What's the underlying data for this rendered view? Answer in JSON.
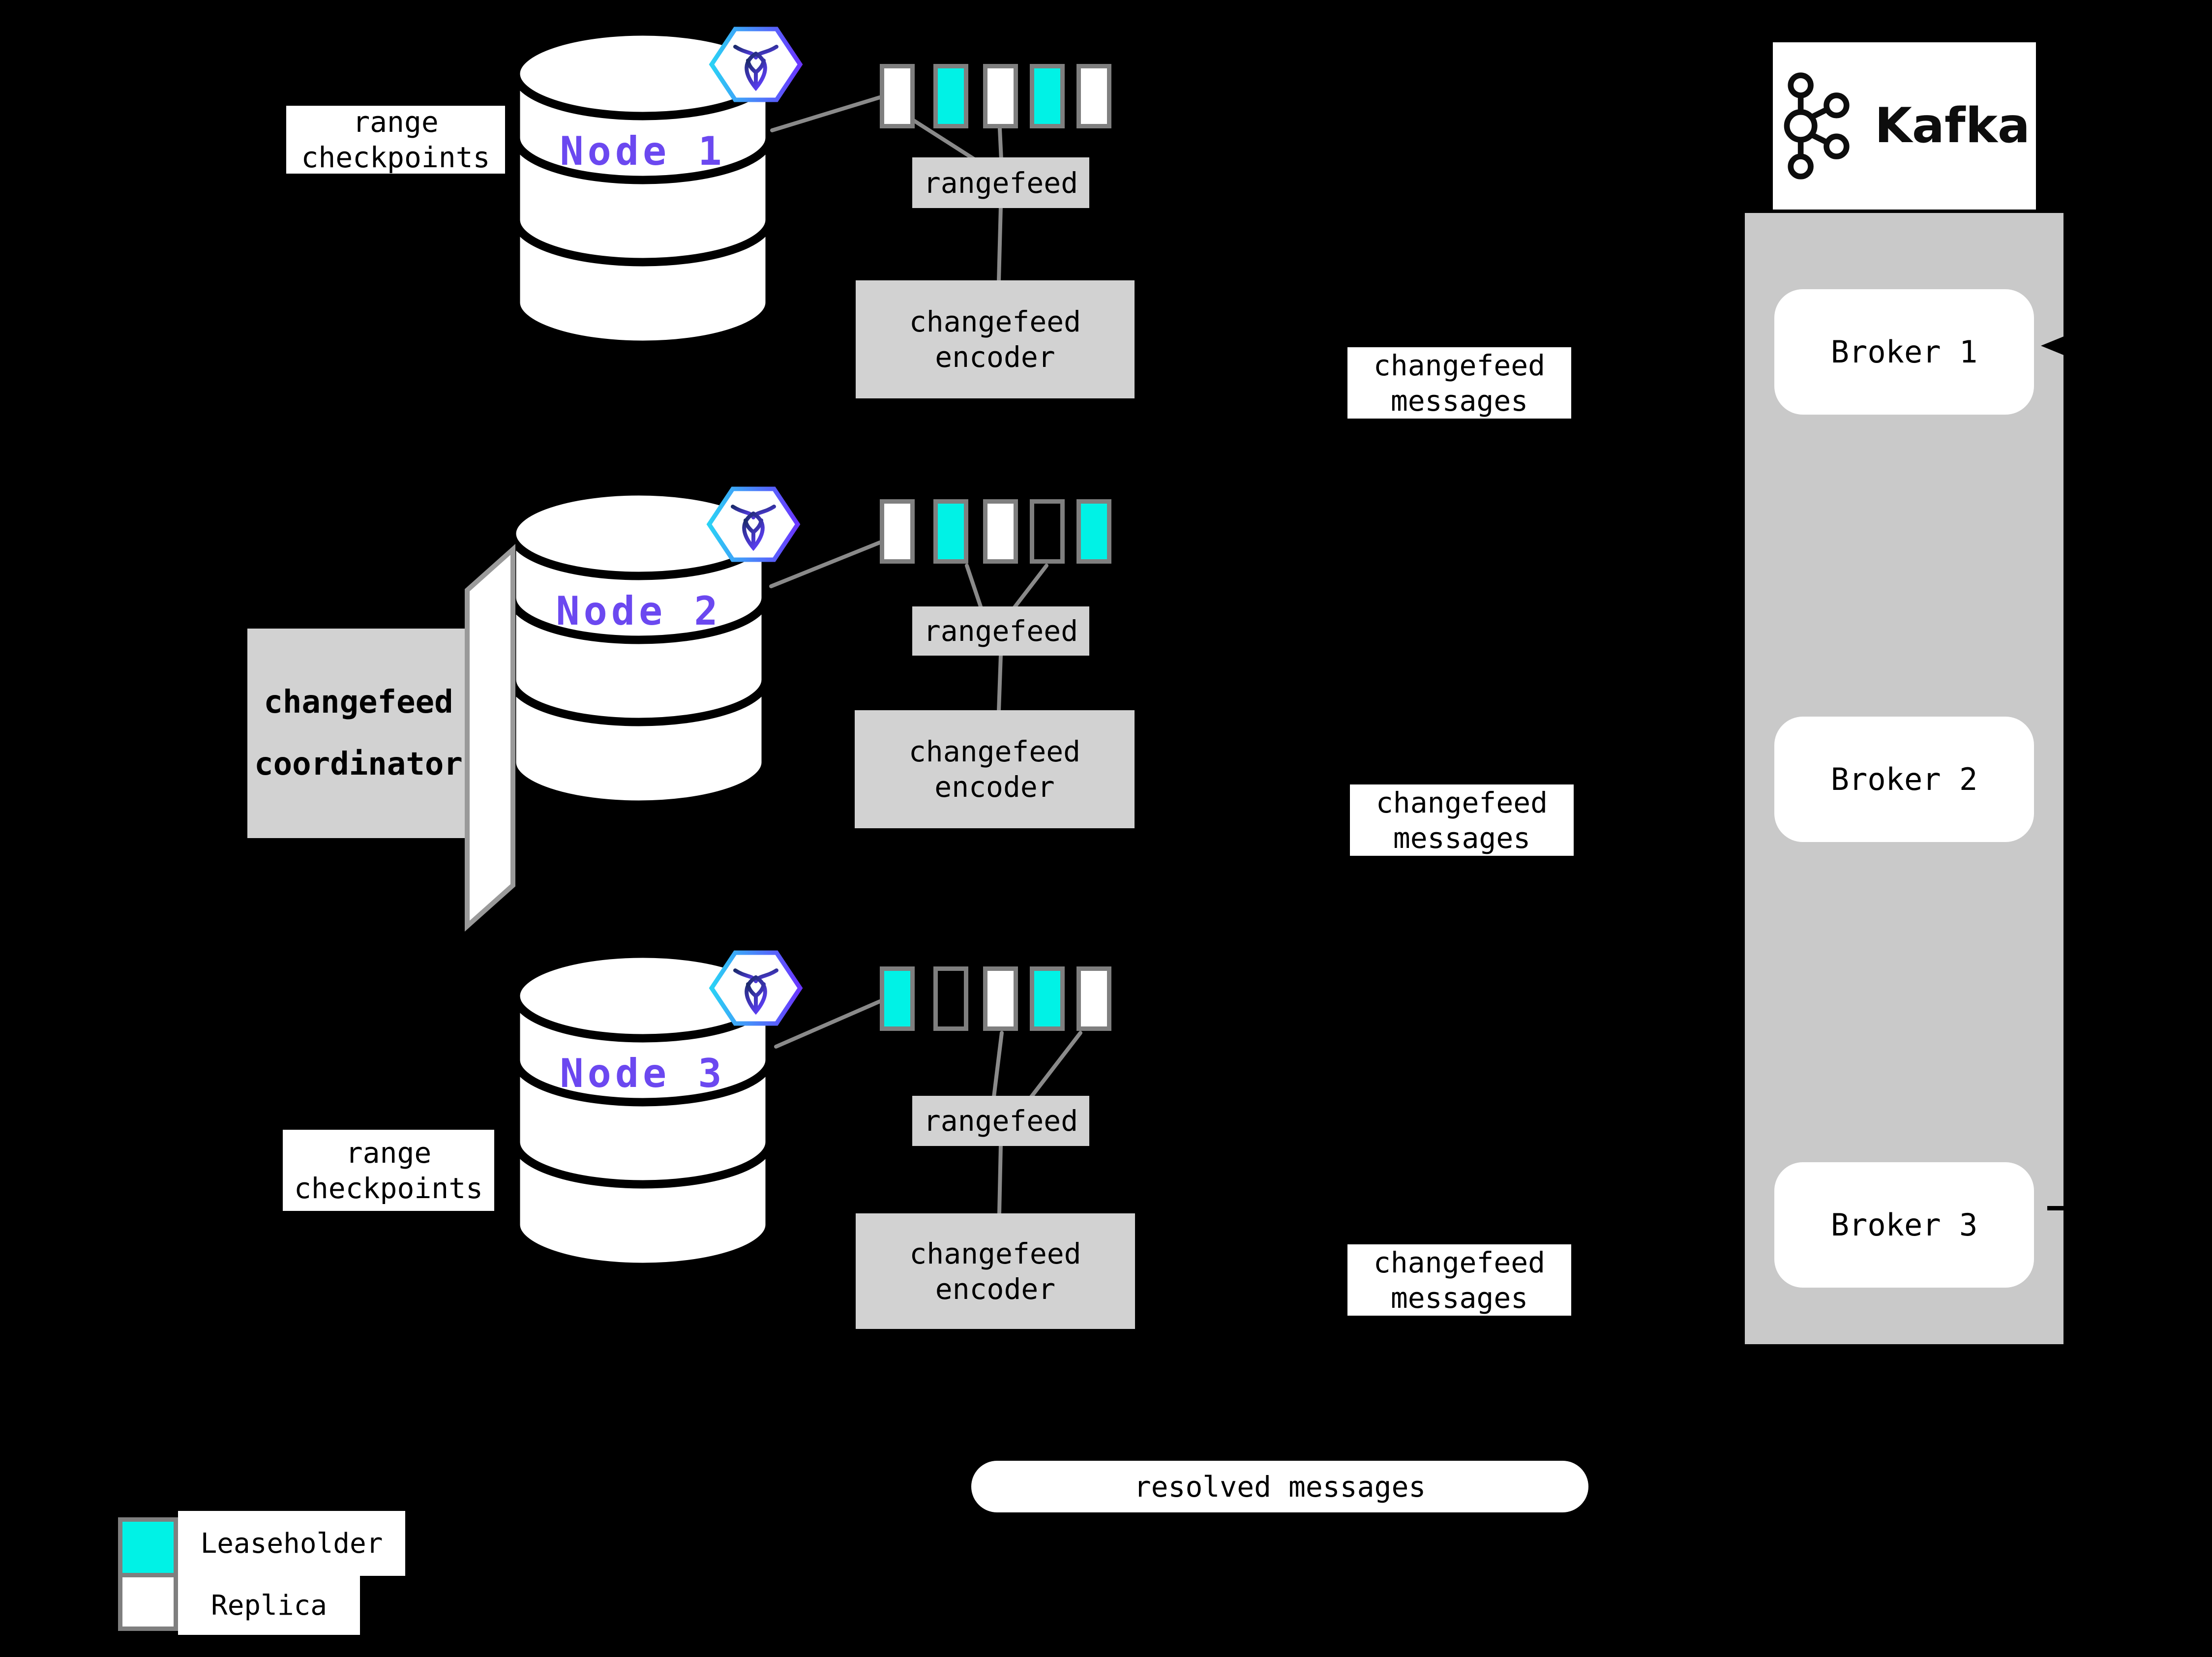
{
  "diagram": {
    "colors": {
      "background": "#000000",
      "leaseholder": "#00f2e6",
      "replica": "#ffffff",
      "node_label": "#6b48f0",
      "connector": "#8a8a8a",
      "panel_gray": "#c9c9c9",
      "box_gray": "#d2d2d2",
      "swatch_border": "#7f7f7f"
    },
    "nodes": [
      {
        "label": "Node 1",
        "range_checkpoints": {
          "line1": "range",
          "line2": "checkpoints"
        },
        "ranges": [
          "replica",
          "leaseholder",
          "replica",
          "leaseholder",
          "replica"
        ],
        "rangefeed": "rangefeed",
        "encoder": {
          "line1": "changefeed",
          "line2": "encoder"
        },
        "messages": {
          "line1": "changefeed",
          "line2": "messages"
        }
      },
      {
        "label": "Node 2",
        "coordinator": {
          "line1": "changefeed",
          "line2": "coordinator"
        },
        "ranges": [
          "replica",
          "leaseholder",
          "replica",
          "empty",
          "leaseholder"
        ],
        "rangefeed": "rangefeed",
        "encoder": {
          "line1": "changefeed",
          "line2": "encoder"
        },
        "messages": {
          "line1": "changefeed",
          "line2": "messages"
        }
      },
      {
        "label": "Node 3",
        "range_checkpoints": {
          "line1": "range",
          "line2": "checkpoints"
        },
        "ranges": [
          "leaseholder",
          "empty",
          "replica",
          "leaseholder",
          "replica"
        ],
        "rangefeed": "rangefeed",
        "encoder": {
          "line1": "changefeed",
          "line2": "encoder"
        },
        "messages": {
          "line1": "changefeed",
          "line2": "messages"
        }
      }
    ],
    "kafka": {
      "title": "Kafka",
      "brokers": [
        "Broker 1",
        "Broker 2",
        "Broker 3"
      ]
    },
    "resolved_messages": "resolved messages",
    "legend": [
      {
        "key": "leaseholder",
        "label": "Leaseholder"
      },
      {
        "key": "replica",
        "label": "Replica"
      }
    ]
  }
}
